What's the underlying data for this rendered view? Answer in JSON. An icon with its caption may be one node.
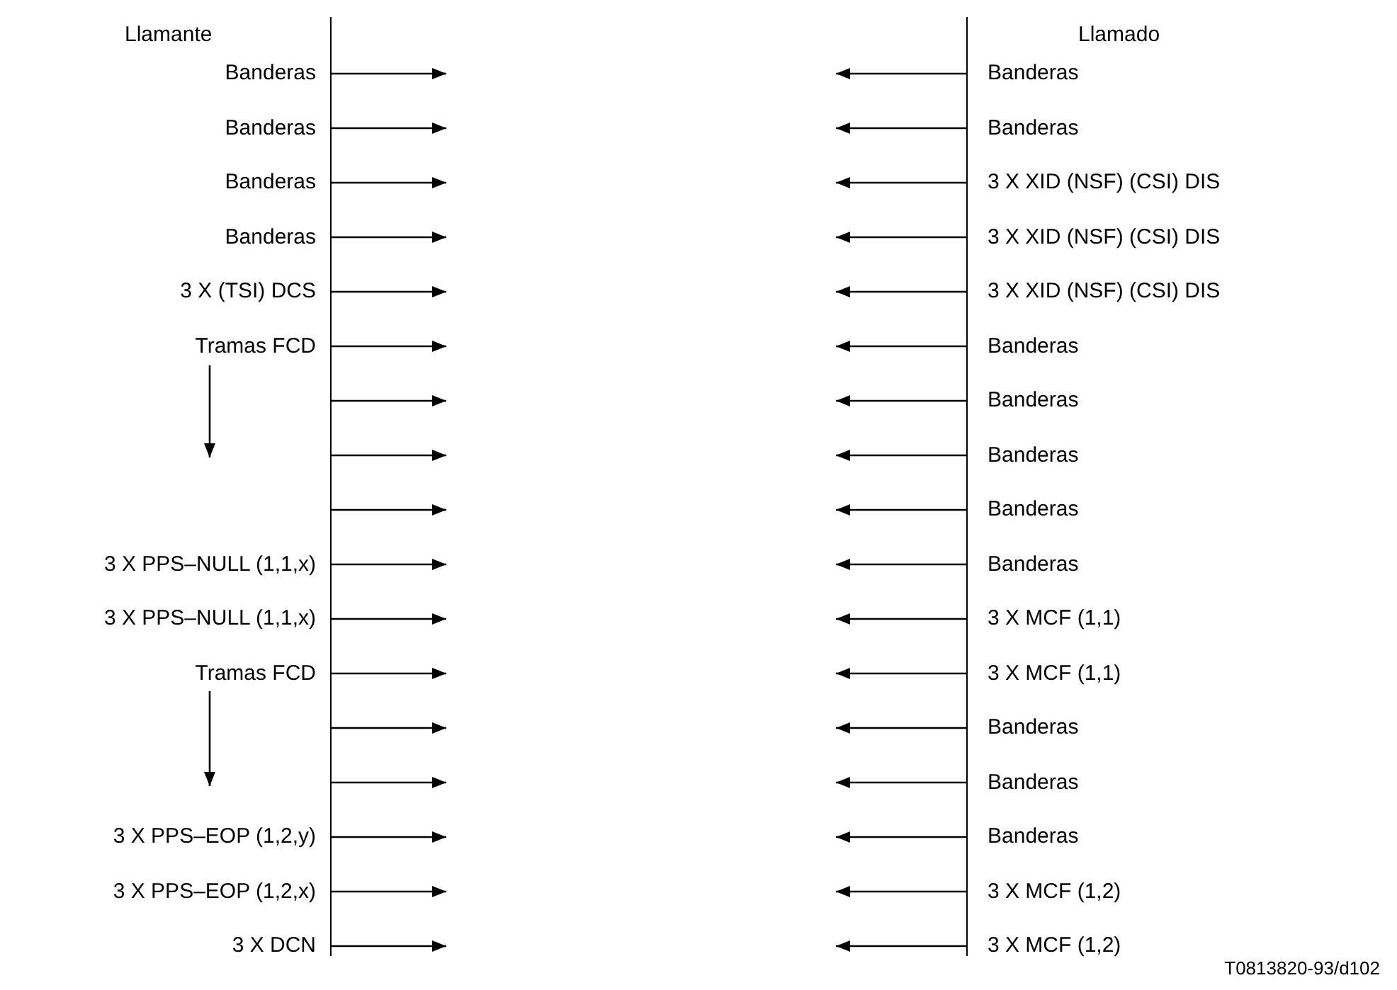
{
  "diagram": {
    "caption": "T0813820-93/d102",
    "nodes": [
      {
        "text": [
          "Llamante"
        ]
      },
      {
        "text": [
          "Llamado"
        ]
      }
    ],
    "edges": [
      {
        "from": 0,
        "to": null,
        "arrow": "to",
        "label": "Banderas"
      },
      {
        "from": 1,
        "to": null,
        "arrow": "to",
        "label": "Banderas"
      },
      {
        "from": 0,
        "to": null,
        "arrow": "to",
        "label": "Banderas"
      },
      {
        "from": 1,
        "to": null,
        "arrow": "to",
        "label": "Banderas"
      },
      {
        "from": 0,
        "to": null,
        "arrow": "to",
        "label": "Banderas"
      },
      {
        "from": 1,
        "to": null,
        "arrow": "to",
        "label": "3 X XID (NSF) (CSI) DIS"
      },
      {
        "from": 0,
        "to": null,
        "arrow": "to",
        "label": "Banderas"
      },
      {
        "from": 1,
        "to": null,
        "arrow": "to",
        "label": "3 X XID (NSF) (CSI) DIS"
      },
      {
        "from": 0,
        "to": null,
        "arrow": "to",
        "label": "3 X (TSI) DCS"
      },
      {
        "from": 1,
        "to": null,
        "arrow": "to",
        "label": "3 X XID (NSF) (CSI) DIS"
      },
      {
        "from": 0,
        "to": null,
        "arrow": "to",
        "label": "Tramas FCD"
      },
      {
        "from": 1,
        "to": null,
        "arrow": "to",
        "label": "Banderas"
      },
      {
        "from": 0,
        "to": null,
        "arrow": "to"
      },
      {
        "from": 1,
        "to": null,
        "arrow": "to",
        "label": "Banderas"
      },
      {
        "from": 0,
        "to": null,
        "arrow": "to"
      },
      {
        "from": 1,
        "to": null,
        "arrow": "to",
        "label": "Banderas"
      },
      {
        "from": 0,
        "to": null,
        "arrow": "to"
      },
      {
        "from": 1,
        "to": null,
        "arrow": "to",
        "label": "Banderas"
      },
      {
        "from": 0,
        "to": null,
        "arrow": "to",
        "label": "3 X PPS–NULL (1,1,x)"
      },
      {
        "from": 1,
        "to": null,
        "arrow": "to",
        "label": "Banderas"
      },
      {
        "from": 0,
        "to": null,
        "arrow": "to",
        "label": "3 X PPS–NULL (1,1,x)"
      },
      {
        "from": 1,
        "to": null,
        "arrow": "to",
        "label": "3 X MCF (1,1)"
      },
      {
        "from": 0,
        "to": null,
        "arrow": "to",
        "label": "Tramas FCD"
      },
      {
        "from": 1,
        "to": null,
        "arrow": "to",
        "label": "3 X MCF (1,1)"
      },
      {
        "from": 0,
        "to": null,
        "arrow": "to"
      },
      {
        "from": 1,
        "to": null,
        "arrow": "to",
        "label": "Banderas"
      },
      {
        "from": 0,
        "to": null,
        "arrow": "to"
      },
      {
        "from": 1,
        "to": null,
        "arrow": "to",
        "label": "Banderas"
      },
      {
        "from": 0,
        "to": null,
        "arrow": "to",
        "label": "3 X PPS–EOP (1,2,y)"
      },
      {
        "from": 1,
        "to": null,
        "arrow": "to",
        "label": "Banderas"
      },
      {
        "from": 0,
        "to": null,
        "arrow": "to",
        "label": "3 X PPS–EOP (1,2,x)"
      },
      {
        "from": 1,
        "to": null,
        "arrow": "to",
        "label": "3 X MCF (1,2)"
      },
      {
        "from": 0,
        "to": null,
        "arrow": "to",
        "label": "3 X DCN"
      },
      {
        "from": 1,
        "to": null,
        "arrow": "to",
        "label": "3 X MCF (1,2)"
      }
    ]
  }
}
